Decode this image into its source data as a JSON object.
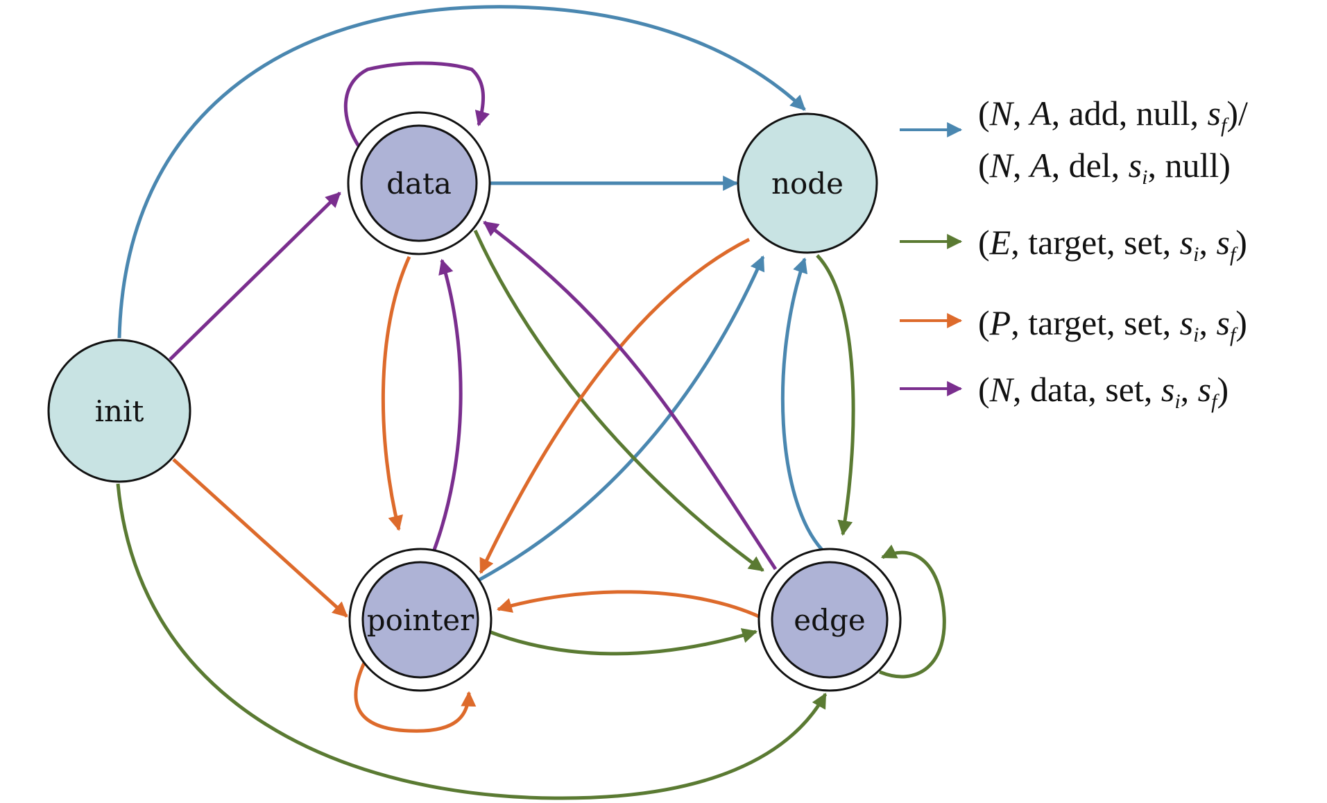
{
  "colors": {
    "blue": "#4A87B0",
    "green": "#5A7A32",
    "orange": "#DD6A2B",
    "purple": "#7A2E8E",
    "state_teal": "#C8E3E3",
    "state_lavender": "#AEB3D6",
    "outline": "#111111"
  },
  "states": {
    "init": "init",
    "data": "data",
    "node": "node",
    "pointer": "pointer",
    "edge": "edge"
  },
  "legend": {
    "blue": {
      "line1": [
        "(",
        "N",
        ", ",
        "A",
        ", add, null, ",
        "s",
        "f",
        ")/"
      ],
      "line2": [
        "(",
        "N",
        ", ",
        "A",
        ", del, ",
        "s",
        "i",
        ", null)"
      ]
    },
    "green": [
      "(",
      "E",
      ", target, set, ",
      "s",
      "i",
      ", ",
      "s",
      "f",
      ")"
    ],
    "orange": [
      "(",
      "P",
      ", target, set, ",
      "s",
      "i",
      ", ",
      "s",
      "f",
      ")"
    ],
    "purple": [
      "(",
      "N",
      ", data, set, ",
      "s",
      "i",
      ", ",
      "s",
      "f",
      ")"
    ]
  }
}
